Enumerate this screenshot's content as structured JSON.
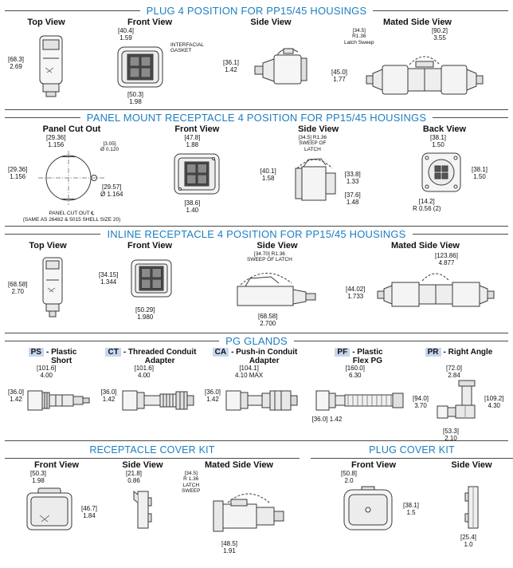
{
  "accent": "#1d7fc1",
  "code_bg": "#c7d6ee",
  "sections": {
    "plug": {
      "title": "PLUG 4 POSITION FOR PP15/45 HOUSINGS",
      "views": [
        {
          "label": "Top View",
          "dims": [
            "[68.3]\n2.69"
          ]
        },
        {
          "label": "Front View",
          "dims": [
            "[40.4]\n1.59",
            "INTERFACIAL\nGASKET",
            "[50.3]\n1.98"
          ]
        },
        {
          "label": "Side View",
          "dims": [
            "[36.1]\n1.42"
          ]
        },
        {
          "label": "Mated Side View",
          "dims": [
            "[34.5]\nR1.36\nLatch Sweep",
            "[90.2]\n3.55",
            "[45.0]\n1.77"
          ]
        }
      ]
    },
    "panel": {
      "title": "PANEL MOUNT RECEPTACLE 4 POSITION FOR PP15/45 HOUSINGS",
      "views": [
        {
          "label": "Panel Cut Out",
          "dims": [
            "[29.36]\n1.156",
            "[3.05]\nØ 0.120",
            "[29.36]\n1.156",
            "[29.57]\nØ 1.164",
            "PANEL CUT OUT ℄",
            "(SAME AS 26482 & 5015 SHELL SIZE 20)"
          ]
        },
        {
          "label": "Front View",
          "dims": [
            "[47.8]\n1.88",
            "[38.6]\n1.40"
          ]
        },
        {
          "label": "Side View",
          "dims": [
            "[34.5]  R1.36\nSWEEP OF\nLATCH",
            "[40.1]\n1.58",
            "[33.8]\n1.33",
            "[37.6]\n1.48"
          ]
        },
        {
          "label": "Back View",
          "dims": [
            "[38.1]\n1.50",
            "[38.1]\n1.50",
            "[14.2]\nR 0.56 (2)"
          ]
        }
      ]
    },
    "inline": {
      "title": "INLINE RECEPTACLE 4 POSITION FOR PP15/45 HOUSINGS",
      "views": [
        {
          "label": "Top View",
          "dims": [
            "[68.58]\n2.70"
          ]
        },
        {
          "label": "Front View",
          "dims": [
            "[34.15]\n1.344",
            "[50.29]\n1.980"
          ]
        },
        {
          "label": "Side View",
          "dims": [
            "[34.70]  R1.36\nSWEEP OF LATCH",
            "[68.58]\n2.700"
          ]
        },
        {
          "label": "Mated Side View",
          "dims": [
            "[123.86]\n4.877",
            "[44.02]\n1.733"
          ]
        }
      ]
    },
    "pg": {
      "title": "PG GLANDS",
      "items": [
        {
          "code": "PS",
          "name": "- Plastic\nShort",
          "dims": [
            "[101.6]\n4.00",
            "[36.0]\n1.42"
          ]
        },
        {
          "code": "CT",
          "name": "- Threaded Conduit\nAdapter",
          "dims": [
            "[101.6]\n4.00",
            "[36.0]\n1.42"
          ]
        },
        {
          "code": "CA",
          "name": "- Push-in Conduit\nAdapter",
          "dims": [
            "[104.1]\n4.10  MAX",
            "[36.0]\n1.42"
          ]
        },
        {
          "code": "PF",
          "name": "- Plastic\nFlex PG",
          "dims": [
            "[160.0]\n6.30",
            "[36.0]  1.42"
          ]
        },
        {
          "code": "PR",
          "name": "- Right Angle",
          "dims": [
            "[72.0]\n2.84",
            "[94.0]\n3.70",
            "[109.2]\n4.30",
            "[53.3]\n2.10"
          ]
        }
      ]
    },
    "receptacle_cover": {
      "title": "RECEPTACLE COVER KIT",
      "views": [
        {
          "label": "Front View",
          "dims": [
            "[50.3]\n1.98",
            "[46.7]\n1.84"
          ]
        },
        {
          "label": "Side View",
          "dims": [
            "[21.8]\n0.86"
          ]
        },
        {
          "label": "Mated Side View",
          "dims": [
            "[34.5]\nR 1.36\nLATCH\nSWEEP",
            "[48.5]\n1.91"
          ]
        }
      ]
    },
    "plug_cover": {
      "title": "PLUG COVER KIT",
      "views": [
        {
          "label": "Front View",
          "dims": [
            "[50.8]\n2.0",
            "[38.1]\n1.5"
          ]
        },
        {
          "label": "Side View",
          "dims": [
            "[25.4]\n1.0"
          ]
        }
      ]
    }
  }
}
